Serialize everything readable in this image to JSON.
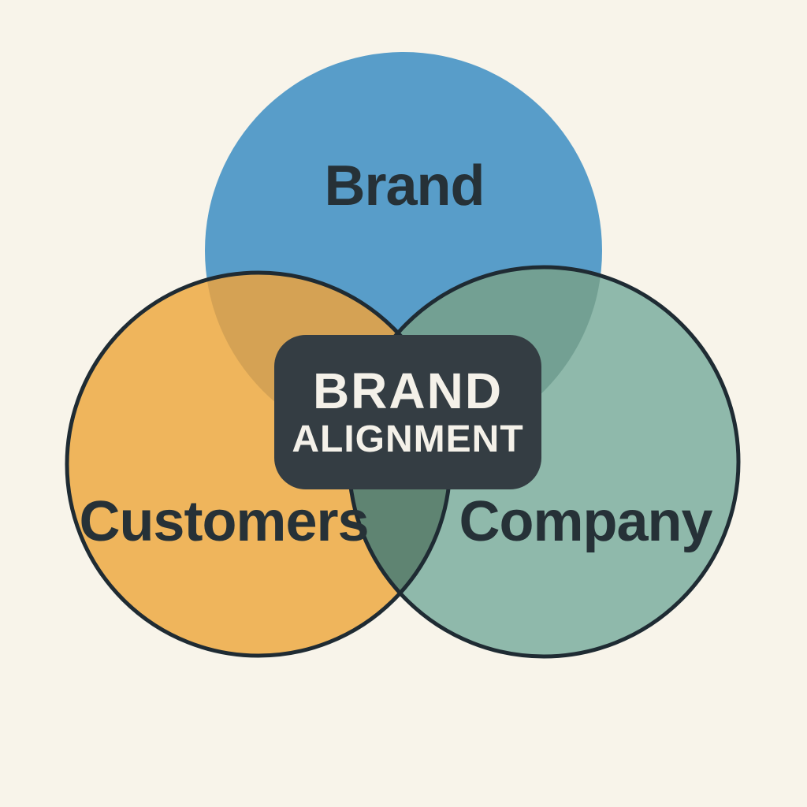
{
  "background_color": "#F8F4EA",
  "diagram": {
    "type": "venn-3-circle",
    "center_box": {
      "line1": "BRAND",
      "line2": "ALIGNMENT",
      "bg_color": "#343D43",
      "text_color": "#F4F1E9"
    },
    "circles": [
      {
        "label": "Brand",
        "color": "#589DC9",
        "outline": "none"
      },
      {
        "label": "Customers",
        "color": "#EFB55C",
        "outline": "#1F2B33"
      },
      {
        "label": "Company",
        "color": "#8FB9AB",
        "outline": "#1F2B33"
      }
    ],
    "overlap_colors": {
      "brand_customers": "#D5A254",
      "brand_company": "#73A093",
      "customers_company": "#5F8472"
    },
    "label_color": "#263137",
    "outline_width": "5"
  }
}
